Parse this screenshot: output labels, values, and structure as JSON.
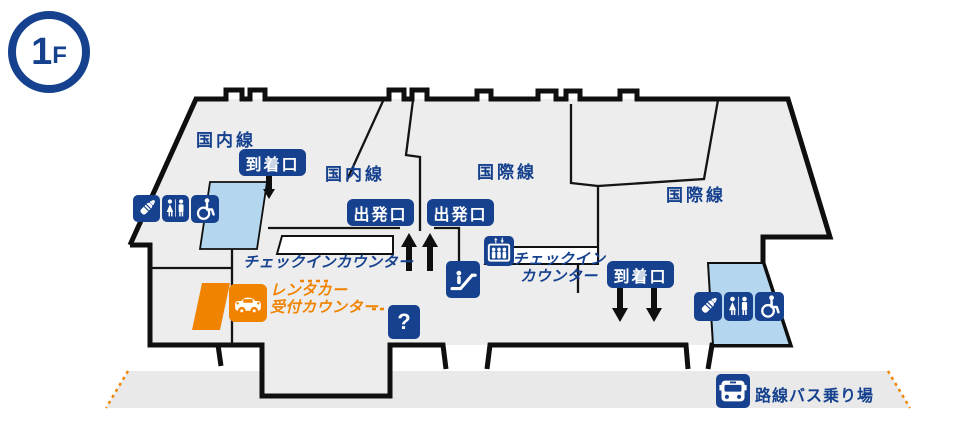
{
  "floor_badge": {
    "number": "1",
    "suffix": "F"
  },
  "colors": {
    "navy": "#15418e",
    "orange": "#f08300",
    "corridor_blue": "#b4d6ee",
    "building_gray": "#ededed",
    "road_gray": "#e9e9e9",
    "wall_black": "#0f0f0f"
  },
  "area_labels": {
    "domestic_west": "国内線",
    "domestic_center": "国内線",
    "international_center": "国際線",
    "international_east": "国際線"
  },
  "gate_badges": {
    "arrival_west": "到着口",
    "departure_west": "出発口",
    "departure_center": "出発口",
    "arrival_east": "到着口"
  },
  "counter_labels": {
    "checkin_west": "チェックインカウンター",
    "checkin_east_line1": "チェックイン",
    "checkin_east_line2": "カウンター",
    "rental_line1": "レンタカー",
    "rental_line2": "受付カウンター"
  },
  "bus_stop_label": "路線バス乗り場",
  "info_mark": "?",
  "icons": {
    "west": [
      "nursing-room",
      "restroom",
      "wheelchair-accessible"
    ],
    "center": [
      "escalator",
      "elevator",
      "rental-car-counter",
      "information"
    ],
    "east": [
      "nursing-room",
      "restroom",
      "wheelchair-accessible"
    ],
    "transport": [
      "route-bus"
    ]
  }
}
